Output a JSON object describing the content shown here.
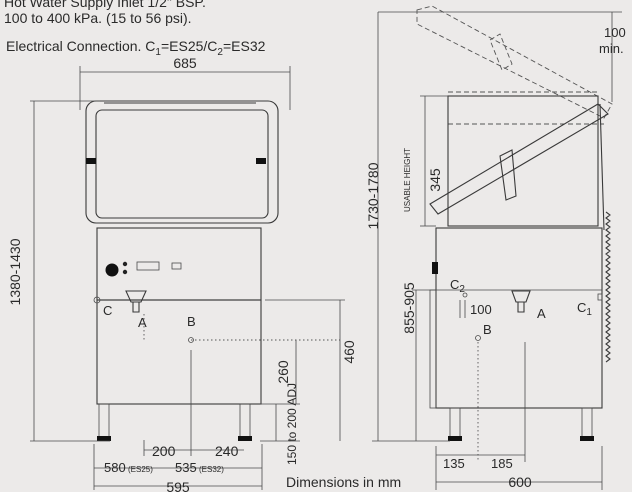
{
  "header": {
    "line1": "Hot Water Supply Inlet 1/2\" BSP.",
    "line2": "100 to 400 kPa. (15 to 56 psi).",
    "line3": "Electrical Connection. C1=ES25/C2=ES32"
  },
  "front": {
    "width_top": "685",
    "height": "1380-1430",
    "label_c": "C",
    "label_a": "A",
    "label_b": "B",
    "dim_460": "460",
    "dim_260": "260",
    "dim_adj": "150 to 200 ADJ",
    "dim_200": "200",
    "dim_240": "240",
    "dim_580": "580",
    "dim_580_note": "(ES25)",
    "dim_535": "535",
    "dim_535_note": "(ES32)",
    "dim_595": "595"
  },
  "side": {
    "clearance_value": "100",
    "clearance_note": "min.",
    "height_open": "1730-1780",
    "usable_height_label": "USABLE HEIGHT",
    "usable_height": "345",
    "working_height": "855-905",
    "label_c2": "C2",
    "label_c1": "C1",
    "label_a": "A",
    "label_b": "B",
    "dim_100": "100",
    "dim_135": "135",
    "dim_185": "185",
    "dim_600": "600"
  },
  "footer": {
    "units": "Dimensions in mm"
  }
}
